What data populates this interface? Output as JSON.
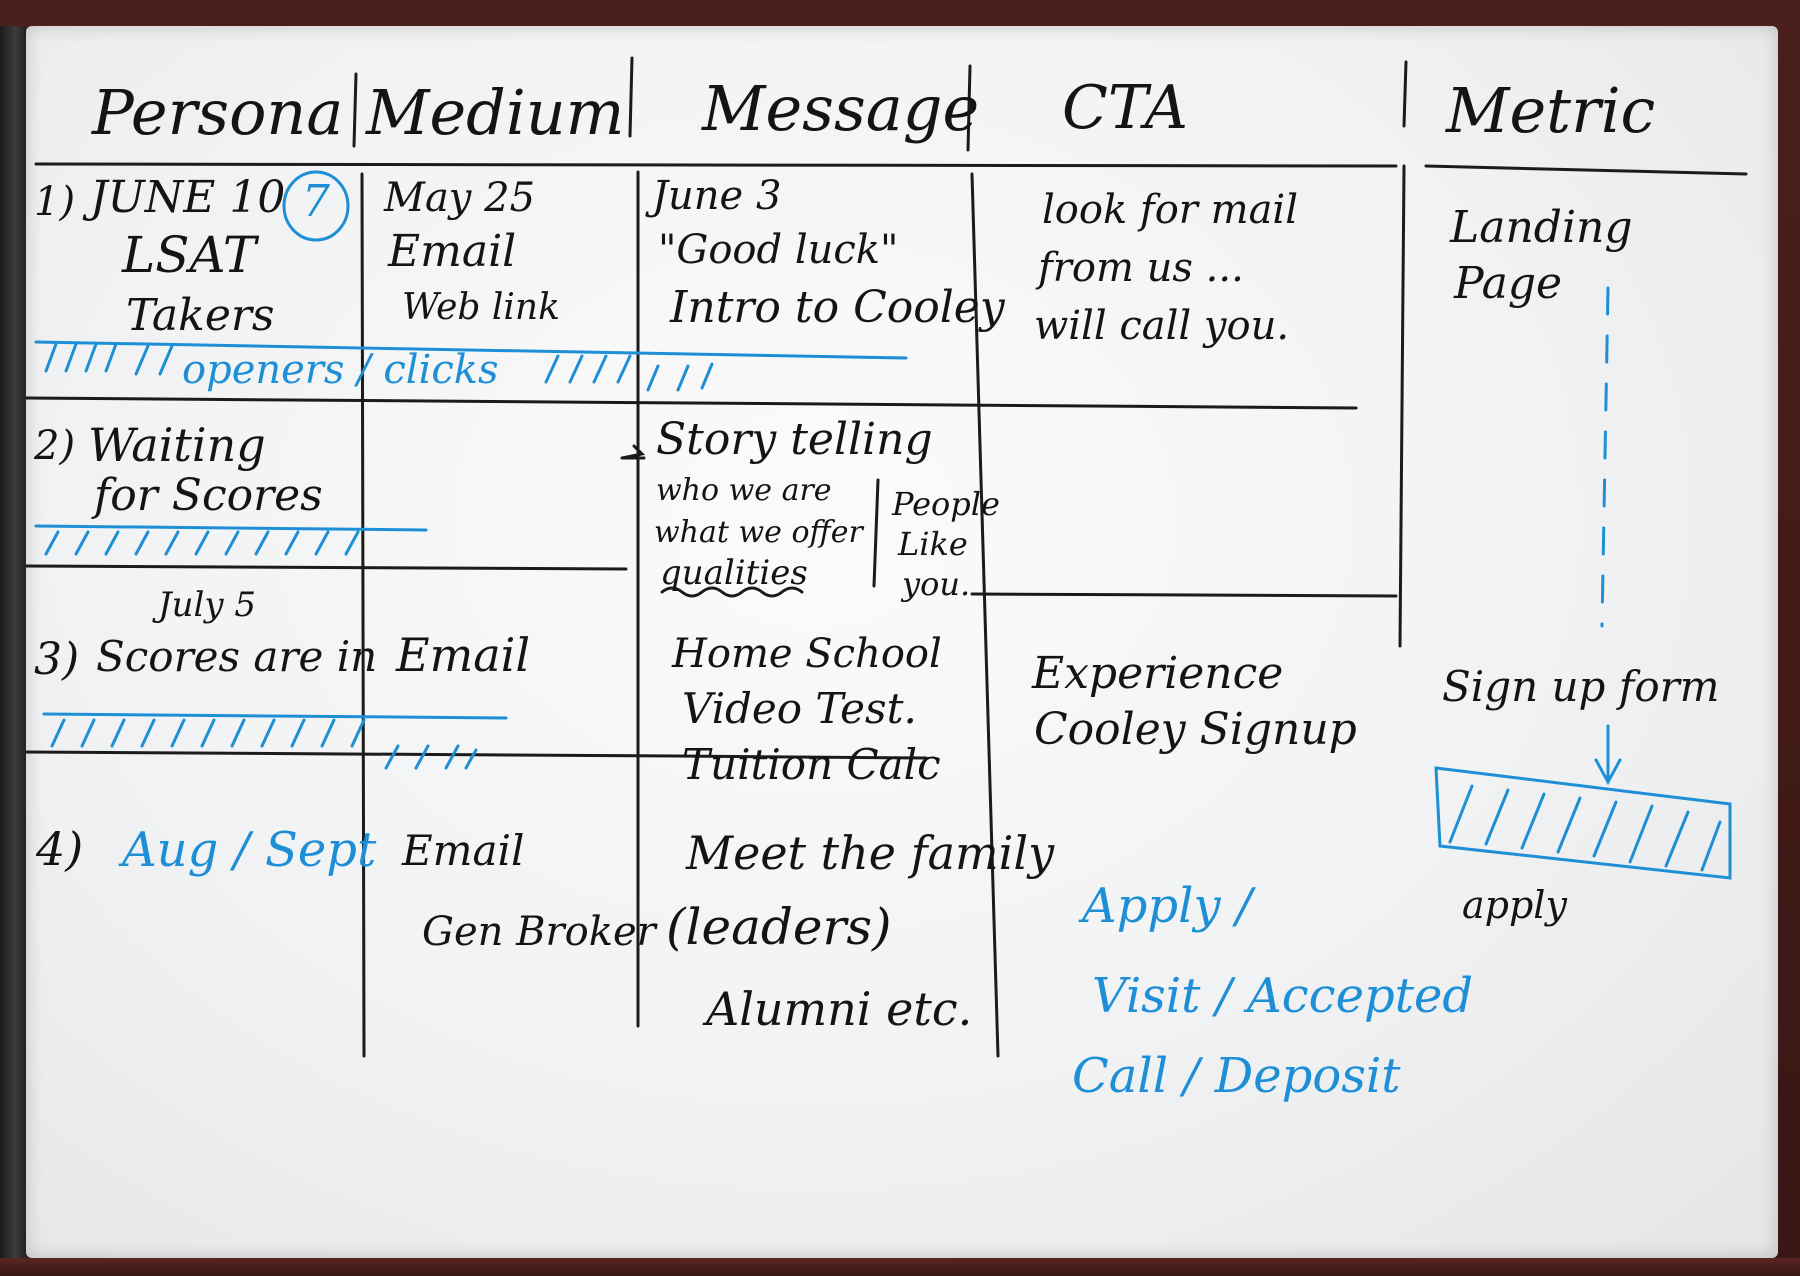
{
  "headers": {
    "persona": "Persona",
    "medium": "Medium",
    "message": "Message",
    "cta": "CTA",
    "metric": "Metric"
  },
  "row1": {
    "number": "1)",
    "persona_date": "JUNE 10",
    "persona_circled": "7",
    "persona_test": "LSAT",
    "persona_note": "Takers",
    "medium_date": "May 25",
    "medium_channel": "Email",
    "medium_extra": "Web link",
    "message_date": "June 3",
    "message_quote": "\"Good luck\"",
    "message_intro": "Intro to Cooley",
    "cta_line1": "look for mail",
    "cta_line2": "from us ...",
    "cta_line3": "will call you.",
    "metric_line1": "Landing",
    "metric_line2": "Page",
    "divider_label": "openers / clicks"
  },
  "row2": {
    "number": "2)",
    "persona_line1": "Waiting",
    "persona_line2": "for Scores",
    "message_title": "Story telling",
    "message_line1": "who we are",
    "message_line2": "what we offer",
    "message_line3": "qualities",
    "side_line1": "People",
    "side_line2": "Like",
    "side_line3": "you."
  },
  "row3": {
    "number": "3)",
    "persona_date": "July 5",
    "persona_text": "Scores are in",
    "medium": "Email",
    "message_line1": "Home School",
    "message_line2": "Video Test.",
    "message_line3": "Tuition Calc",
    "cta_line1": "Experience",
    "cta_line2": "Cooley Signup",
    "metric": "Sign up form",
    "metric_apply": "apply"
  },
  "row4": {
    "number": "4)",
    "persona": "Aug / Sept",
    "medium_line1": "Email",
    "medium_line2": "Gen Broker",
    "message_line1": "Meet the family",
    "message_line2": "(leaders)",
    "message_line3": "Alumni etc.",
    "cta_line1": "Apply /",
    "cta_line2": "Visit / Accepted",
    "cta_line3": "Call / Deposit"
  },
  "colors": {
    "marker_black": "#141414",
    "marker_blue": "#1e8fd6",
    "board": "#f4f5f6",
    "frame": "#3a1614"
  }
}
